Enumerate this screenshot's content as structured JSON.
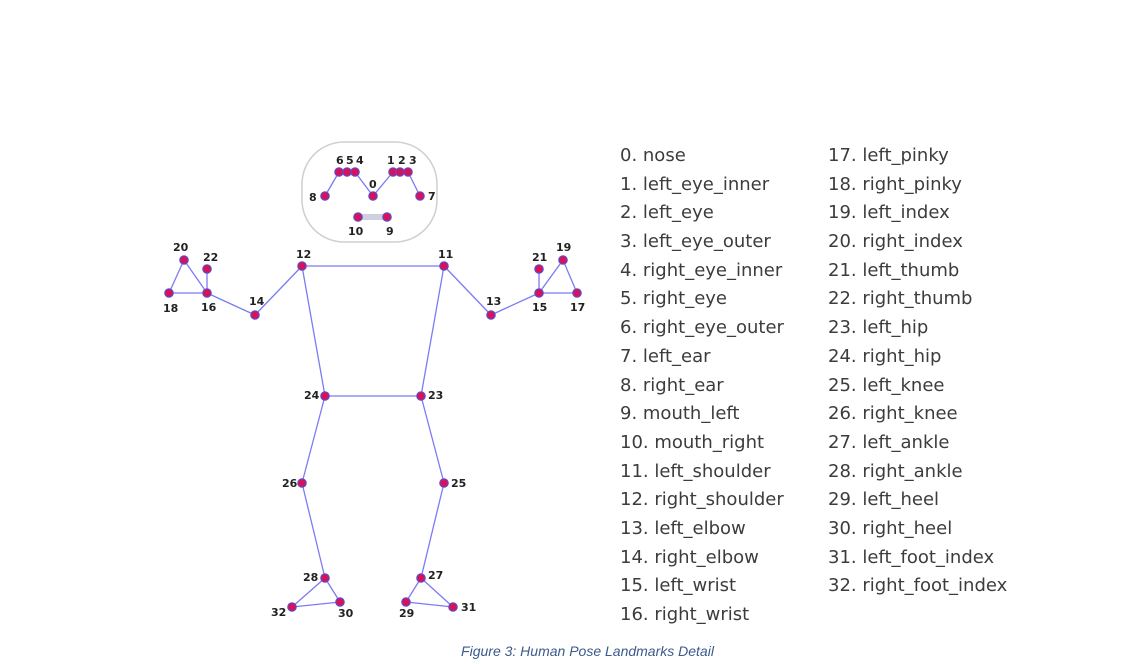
{
  "landmarks": [
    {
      "id": 0,
      "name": "nose"
    },
    {
      "id": 1,
      "name": "left_eye_inner"
    },
    {
      "id": 2,
      "name": "left_eye"
    },
    {
      "id": 3,
      "name": "left_eye_outer"
    },
    {
      "id": 4,
      "name": "right_eye_inner"
    },
    {
      "id": 5,
      "name": "right_eye"
    },
    {
      "id": 6,
      "name": "right_eye_outer"
    },
    {
      "id": 7,
      "name": "left_ear"
    },
    {
      "id": 8,
      "name": "right_ear"
    },
    {
      "id": 9,
      "name": "mouth_left"
    },
    {
      "id": 10,
      "name": "mouth_right"
    },
    {
      "id": 11,
      "name": "left_shoulder"
    },
    {
      "id": 12,
      "name": "right_shoulder"
    },
    {
      "id": 13,
      "name": "left_elbow"
    },
    {
      "id": 14,
      "name": "right_elbow"
    },
    {
      "id": 15,
      "name": "left_wrist"
    },
    {
      "id": 16,
      "name": "right_wrist"
    },
    {
      "id": 17,
      "name": "left_pinky"
    },
    {
      "id": 18,
      "name": "right_pinky"
    },
    {
      "id": 19,
      "name": "left_index"
    },
    {
      "id": 20,
      "name": "right_index"
    },
    {
      "id": 21,
      "name": "left_thumb"
    },
    {
      "id": 22,
      "name": "right_thumb"
    },
    {
      "id": 23,
      "name": "left_hip"
    },
    {
      "id": 24,
      "name": "right_hip"
    },
    {
      "id": 25,
      "name": "left_knee"
    },
    {
      "id": 26,
      "name": "right_knee"
    },
    {
      "id": 27,
      "name": "left_ankle"
    },
    {
      "id": 28,
      "name": "right_ankle"
    },
    {
      "id": 29,
      "name": "left_heel"
    },
    {
      "id": 30,
      "name": "right_heel"
    },
    {
      "id": 31,
      "name": "left_foot_index"
    },
    {
      "id": 32,
      "name": "right_foot_index"
    }
  ],
  "connections": [
    [
      0,
      1
    ],
    [
      1,
      2
    ],
    [
      2,
      3
    ],
    [
      3,
      7
    ],
    [
      0,
      4
    ],
    [
      4,
      5
    ],
    [
      5,
      6
    ],
    [
      6,
      8
    ],
    [
      9,
      10
    ],
    [
      11,
      12
    ],
    [
      11,
      13
    ],
    [
      13,
      15
    ],
    [
      15,
      17
    ],
    [
      15,
      19
    ],
    [
      15,
      21
    ],
    [
      17,
      19
    ],
    [
      12,
      14
    ],
    [
      14,
      16
    ],
    [
      16,
      18
    ],
    [
      16,
      20
    ],
    [
      16,
      22
    ],
    [
      18,
      20
    ],
    [
      11,
      23
    ],
    [
      12,
      24
    ],
    [
      23,
      24
    ],
    [
      23,
      25
    ],
    [
      24,
      26
    ],
    [
      25,
      27
    ],
    [
      26,
      28
    ],
    [
      27,
      29
    ],
    [
      29,
      31
    ],
    [
      27,
      31
    ],
    [
      28,
      30
    ],
    [
      30,
      32
    ],
    [
      28,
      32
    ]
  ],
  "colors": {
    "edge": "#7b7bf5",
    "node_fill": "#d4145a",
    "node_stroke": "#5252d9",
    "text": "#3c3c3c"
  },
  "caption": "Figure 3: Human Pose Landmarks Detail"
}
